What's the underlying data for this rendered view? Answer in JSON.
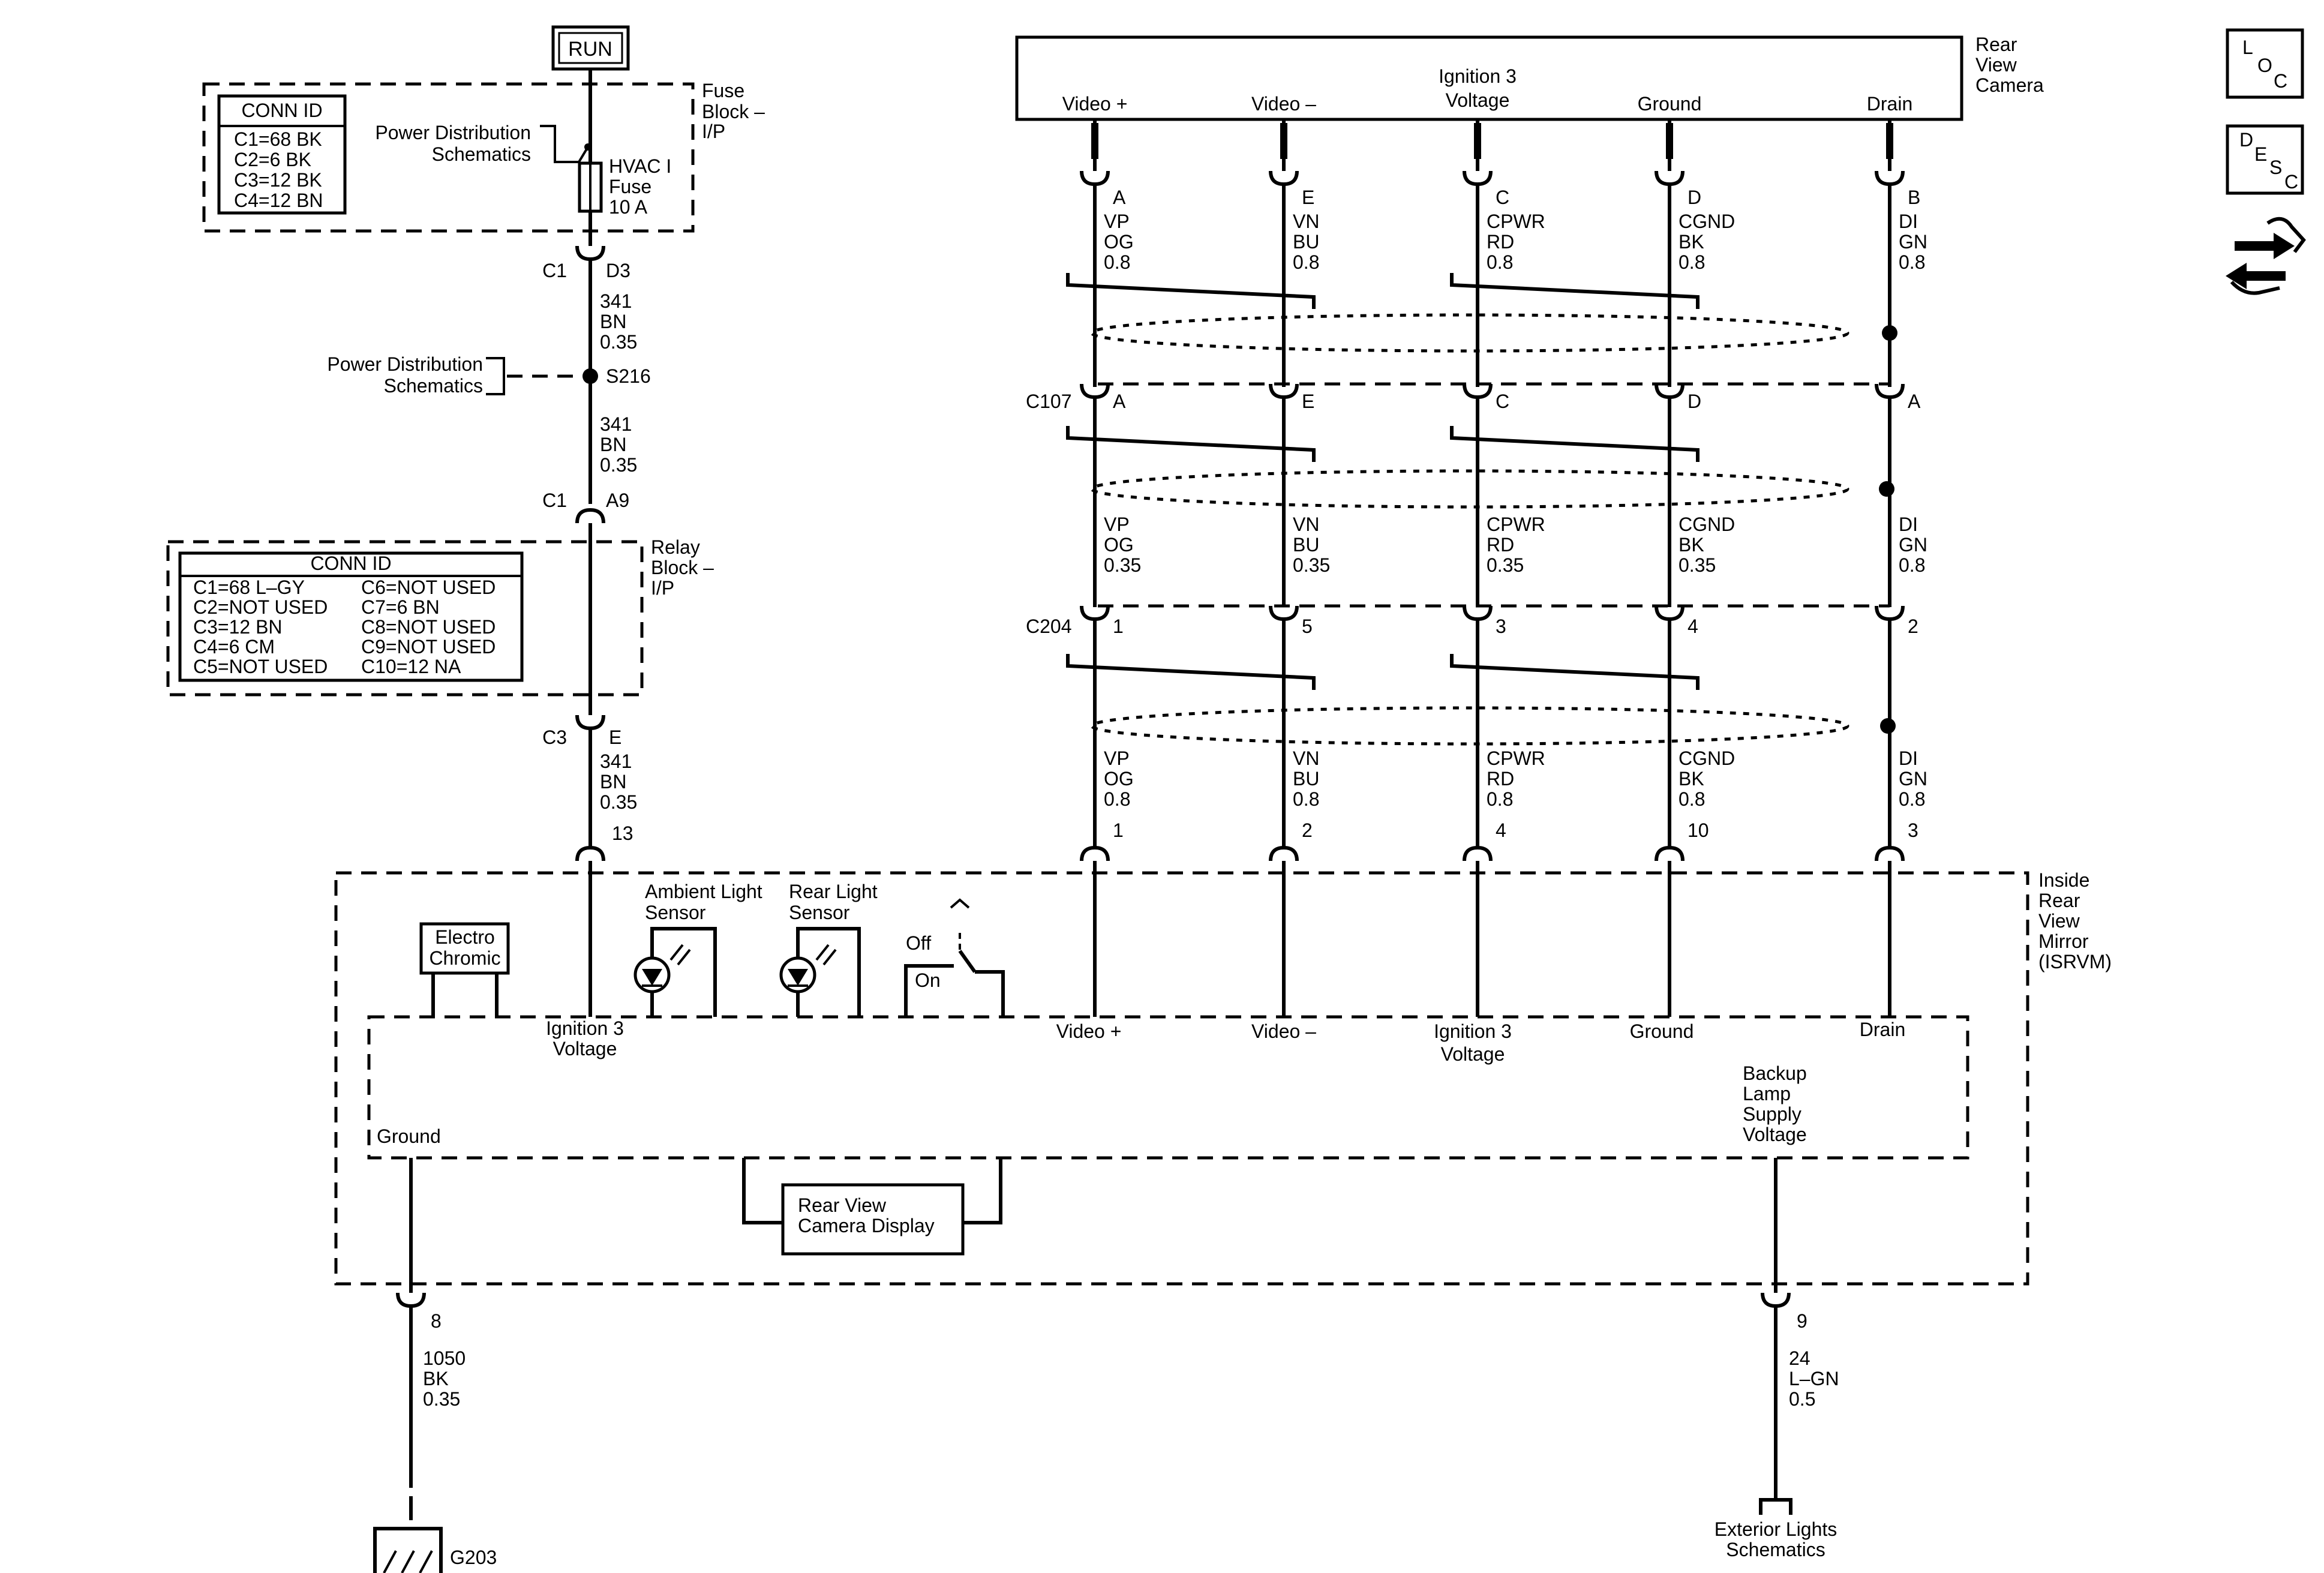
{
  "power": {
    "run_label": "RUN"
  },
  "fuse_block": {
    "title": [
      "Fuse",
      "Block –",
      "I/P"
    ],
    "conn_header": "CONN ID",
    "conn_rows": [
      "C1=68 BK",
      "C2=6 BK",
      "C3=12 BK",
      "C4=12 BN"
    ],
    "ref": [
      "Power Distribution",
      "Schematics"
    ],
    "fuse": [
      "HVAC I",
      "Fuse",
      "10 A"
    ]
  },
  "left_circuit": {
    "c1": "C1",
    "d3": "D3",
    "wire1": [
      "341",
      "BN",
      "0.35"
    ],
    "splice": "S216",
    "splice_ref": [
      "Power Distribution",
      "Schematics"
    ],
    "wire2": [
      "341",
      "BN",
      "0.35"
    ],
    "c1b": "C1",
    "a9": "A9",
    "c3": "C3",
    "e": "E",
    "wire3": [
      "341",
      "BN",
      "0.35"
    ],
    "pin13": "13"
  },
  "relay_block": {
    "title": [
      "Relay",
      "Block –",
      "I/P"
    ],
    "conn_header": "CONN ID",
    "col1": [
      "C1=68 L–GY",
      "C2=NOT USED",
      "C3=12 BN",
      "C4=6 CM",
      "C5=NOT USED"
    ],
    "col2": [
      "C6=NOT USED",
      "C7=6 BN",
      "C8=NOT USED",
      "C9=NOT USED",
      "C10=12 NA"
    ]
  },
  "camera": {
    "title": [
      "Rear",
      "View",
      "Camera"
    ],
    "terminals": [
      "Video +",
      "Video –",
      "Ignition 3\nVoltage",
      "Ground",
      "Drain"
    ]
  },
  "connectors": {
    "c107": "C107",
    "c204": "C204"
  },
  "wires": [
    {
      "seg1_pin": "A",
      "seg1": [
        "VP",
        "OG",
        "0.8"
      ],
      "c107_pin": "A",
      "seg2": [
        "VP",
        "OG",
        "0.35"
      ],
      "c204_pin": "1",
      "seg3": [
        "VP",
        "OG",
        "0.8"
      ],
      "mirror_pin": "1"
    },
    {
      "seg1_pin": "E",
      "seg1": [
        "VN",
        "BU",
        "0.8"
      ],
      "c107_pin": "E",
      "seg2": [
        "VN",
        "BU",
        "0.35"
      ],
      "c204_pin": "5",
      "seg3": [
        "VN",
        "BU",
        "0.8"
      ],
      "mirror_pin": "2"
    },
    {
      "seg1_pin": "C",
      "seg1": [
        "CPWR",
        "RD",
        "0.8"
      ],
      "c107_pin": "C",
      "seg2": [
        "CPWR",
        "RD",
        "0.35"
      ],
      "c204_pin": "3",
      "seg3": [
        "CPWR",
        "RD",
        "0.8"
      ],
      "mirror_pin": "4"
    },
    {
      "seg1_pin": "D",
      "seg1": [
        "CGND",
        "BK",
        "0.8"
      ],
      "c107_pin": "D",
      "seg2": [
        "CGND",
        "BK",
        "0.35"
      ],
      "c204_pin": "4",
      "seg3": [
        "CGND",
        "BK",
        "0.8"
      ],
      "mirror_pin": "10"
    },
    {
      "seg1_pin": "B",
      "seg1": [
        "DI",
        "GN",
        "0.8"
      ],
      "c107_pin": "A",
      "seg2": [
        "DI",
        "GN",
        "0.8"
      ],
      "c204_pin": "2",
      "seg3": [
        "DI",
        "GN",
        "0.8"
      ],
      "mirror_pin": "3"
    }
  ],
  "mirror": {
    "title": [
      "Inside",
      "Rear",
      "View",
      "Mirror",
      "(ISRVM)"
    ],
    "electrochromic": [
      "Electro",
      "Chromic"
    ],
    "ambient": [
      "Ambient Light",
      "Sensor"
    ],
    "rear_light": [
      "Rear Light",
      "Sensor"
    ],
    "off": "Off",
    "on": "On",
    "ign_label": [
      "Ignition 3",
      "Voltage"
    ],
    "terminals": [
      "Video +",
      "Video –",
      "Ignition 3\nVoltage",
      "Ground",
      "Drain"
    ],
    "ground_label": "Ground",
    "backup": [
      "Backup",
      "Lamp",
      "Supply",
      "Voltage"
    ],
    "display": [
      "Rear View",
      "Camera Display"
    ]
  },
  "ground_circuit": {
    "pin": "8",
    "wire": [
      "1050",
      "BK",
      "0.35"
    ],
    "ground": "G203"
  },
  "backup_circuit": {
    "pin": "9",
    "wire": [
      "24",
      "L–GN",
      "0.5"
    ],
    "ref": [
      "Exterior Lights",
      "Schematics"
    ]
  },
  "icons": {
    "loc": [
      "L",
      "O",
      "C"
    ],
    "desc": [
      "D",
      "E",
      "S",
      "C"
    ],
    "nav": "double-arrow-hand-icon"
  }
}
